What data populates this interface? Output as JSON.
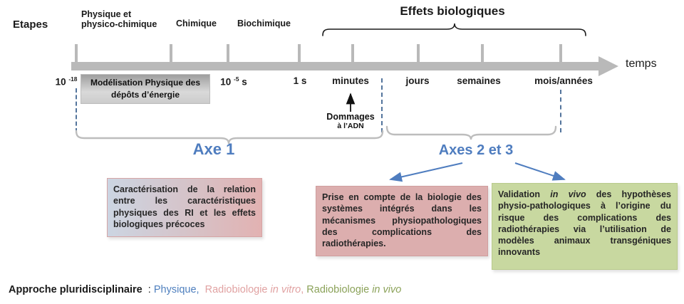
{
  "figure": {
    "etapes_label": "Etapes",
    "stage1": "Physique et physico-chimique",
    "stage2": "Chimique",
    "stage3": "Biochimique",
    "effets_label": "Effets biologiques",
    "temps_label": "temps"
  },
  "timeline": {
    "t_1e18": [
      {
        "text": "10 "
      },
      {
        "text": "-18",
        "sup": true
      }
    ],
    "t_1e5": [
      {
        "text": "10 "
      },
      {
        "text": "-5",
        "sup": true
      },
      {
        "text": " s"
      }
    ],
    "t_1s": "1 s",
    "t_minutes": "minutes",
    "t_jours": "jours",
    "t_semaines": "semaines",
    "t_mois": "mois/années",
    "modelisation_box": "Modélisation Physique des dépôts d’énergie",
    "dommages_line1": "Dommages",
    "dommages_line2": "à l’ADN"
  },
  "axes": {
    "axe1": "Axe 1",
    "axes23": "Axes 2 et 3"
  },
  "boxes": {
    "box1": "Caractérisation de la relation entre les caractéristiques physiques des RI et les effets biologiques précoces",
    "box2": "Prise en compte de la biologie des systèmes intégrés dans les mécanismes physiopathologiques des complications des radiothérapies.",
    "box3_rich": [
      {
        "text": "Validation "
      },
      {
        "text": "in vivo",
        "italic": true
      },
      {
        "text": " des hypothèses physio-pathologiques à l’origine du risque des complications des radiothérapies via l’utilisation de modèles animaux transgéniques innovants"
      }
    ]
  },
  "footer": {
    "segments": [
      {
        "text": "Approche pluridisciplinaire",
        "bold": true,
        "color": "#1a1a1a"
      },
      {
        "text": "  : ",
        "color": "#1a1a1a"
      },
      {
        "text": "Physique,",
        "color": "#4e7fbe"
      },
      {
        "text": "  ",
        "color": "#1a1a1a"
      },
      {
        "text": "Radiobiologie ",
        "color": "#e1a2a2"
      },
      {
        "text": "in vitro",
        "italic": true,
        "color": "#e1a2a2"
      },
      {
        "text": ", ",
        "color": "#e1a2a2"
      },
      {
        "text": "Radiobiologie ",
        "color": "#8ba259"
      },
      {
        "text": "in vivo",
        "italic": true,
        "color": "#8ba259"
      }
    ]
  },
  "colors": {
    "axis_gray": "#b9b9b9",
    "accent_blue": "#4f7dbf",
    "box_pink": "#dcaeae",
    "box_green": "#c8d8a0",
    "box_bluegray": "#ccd5e2",
    "dash_blue": "#53749c"
  }
}
